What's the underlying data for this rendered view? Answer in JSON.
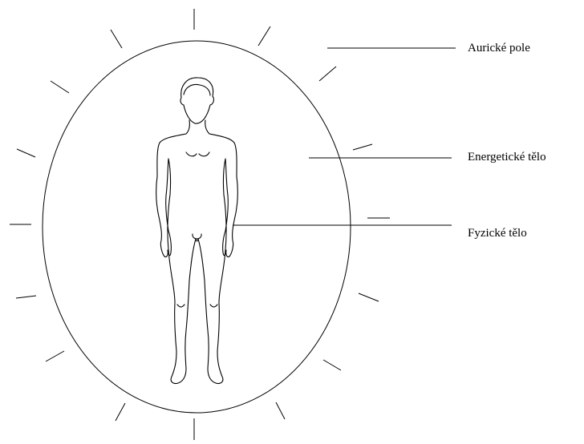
{
  "labels": {
    "aura": "Aurické pole",
    "energy_body": "Energetické tělo",
    "physical_body": "Fyzické tělo"
  },
  "colors": {
    "line": "#000000",
    "background": "#ffffff"
  }
}
